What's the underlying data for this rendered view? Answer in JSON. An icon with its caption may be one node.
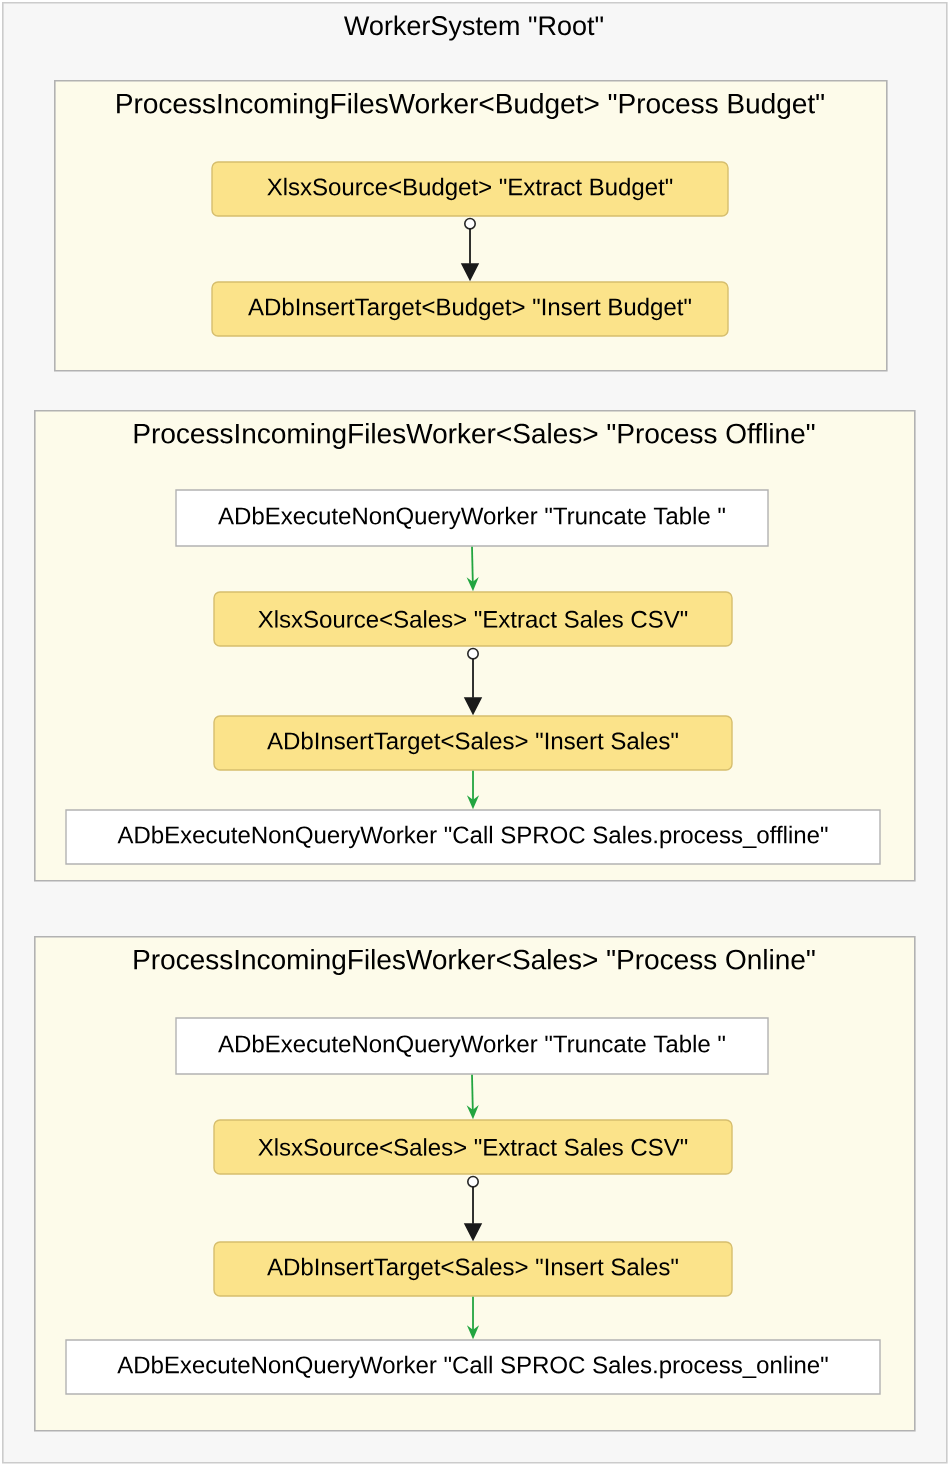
{
  "diagram": {
    "nodes": [
      {
        "text": [
          "WorkerSystem \"Root\""
        ]
      },
      {
        "text": [
          "ProcessIncomingFilesWorker<Budget> \"Process Budget\""
        ],
        "in": 0
      },
      {
        "text": [
          "XlsxSource<Budget> \"Extract Budget\""
        ],
        "in": 1
      },
      {
        "text": [
          "ADbInsertTarget<Budget> \"Insert Budget\""
        ],
        "in": 1
      },
      {
        "text": [
          "ProcessIncomingFilesWorker<Sales> \"Process Offline\""
        ],
        "in": 0
      },
      {
        "text": [
          "ADbExecuteNonQueryWorker \"Truncate Table \""
        ],
        "in": 4
      },
      {
        "text": [
          "XlsxSource<Sales> \"Extract Sales CSV\""
        ],
        "in": 4
      },
      {
        "text": [
          "ADbInsertTarget<Sales> \"Insert Sales\""
        ],
        "in": 4
      },
      {
        "text": [
          "ADbExecuteNonQueryWorker \"Call SPROC Sales.process_offline\""
        ],
        "in": 4
      },
      {
        "text": [
          "ProcessIncomingFilesWorker<Sales> \"Process Online\""
        ],
        "in": 0
      },
      {
        "text": [
          "ADbExecuteNonQueryWorker \"Truncate Table \""
        ],
        "in": 9
      },
      {
        "text": [
          "XlsxSource<Sales> \"Extract Sales CSV\""
        ],
        "in": 9
      },
      {
        "text": [
          "ADbInsertTarget<Sales> \"Insert Sales\""
        ],
        "in": 9
      },
      {
        "text": [
          "ADbExecuteNonQueryWorker \"Call SPROC Sales.process_online\""
        ],
        "in": 9
      }
    ],
    "edges": [
      {
        "from": 2,
        "to": 3,
        "arrow": "to",
        "color": "#1a1a1a"
      },
      {
        "from": 5,
        "to": 6,
        "arrow": "to"
      },
      {
        "from": 6,
        "to": 7,
        "arrow": "to",
        "color": "#1a1a1a"
      },
      {
        "from": 7,
        "to": 8,
        "arrow": "to"
      },
      {
        "from": 10,
        "to": 11,
        "arrow": "to"
      },
      {
        "from": 11,
        "to": 12,
        "arrow": "to",
        "color": "#1a1a1a"
      },
      {
        "from": 12,
        "to": 13,
        "arrow": "to"
      }
    ]
  }
}
